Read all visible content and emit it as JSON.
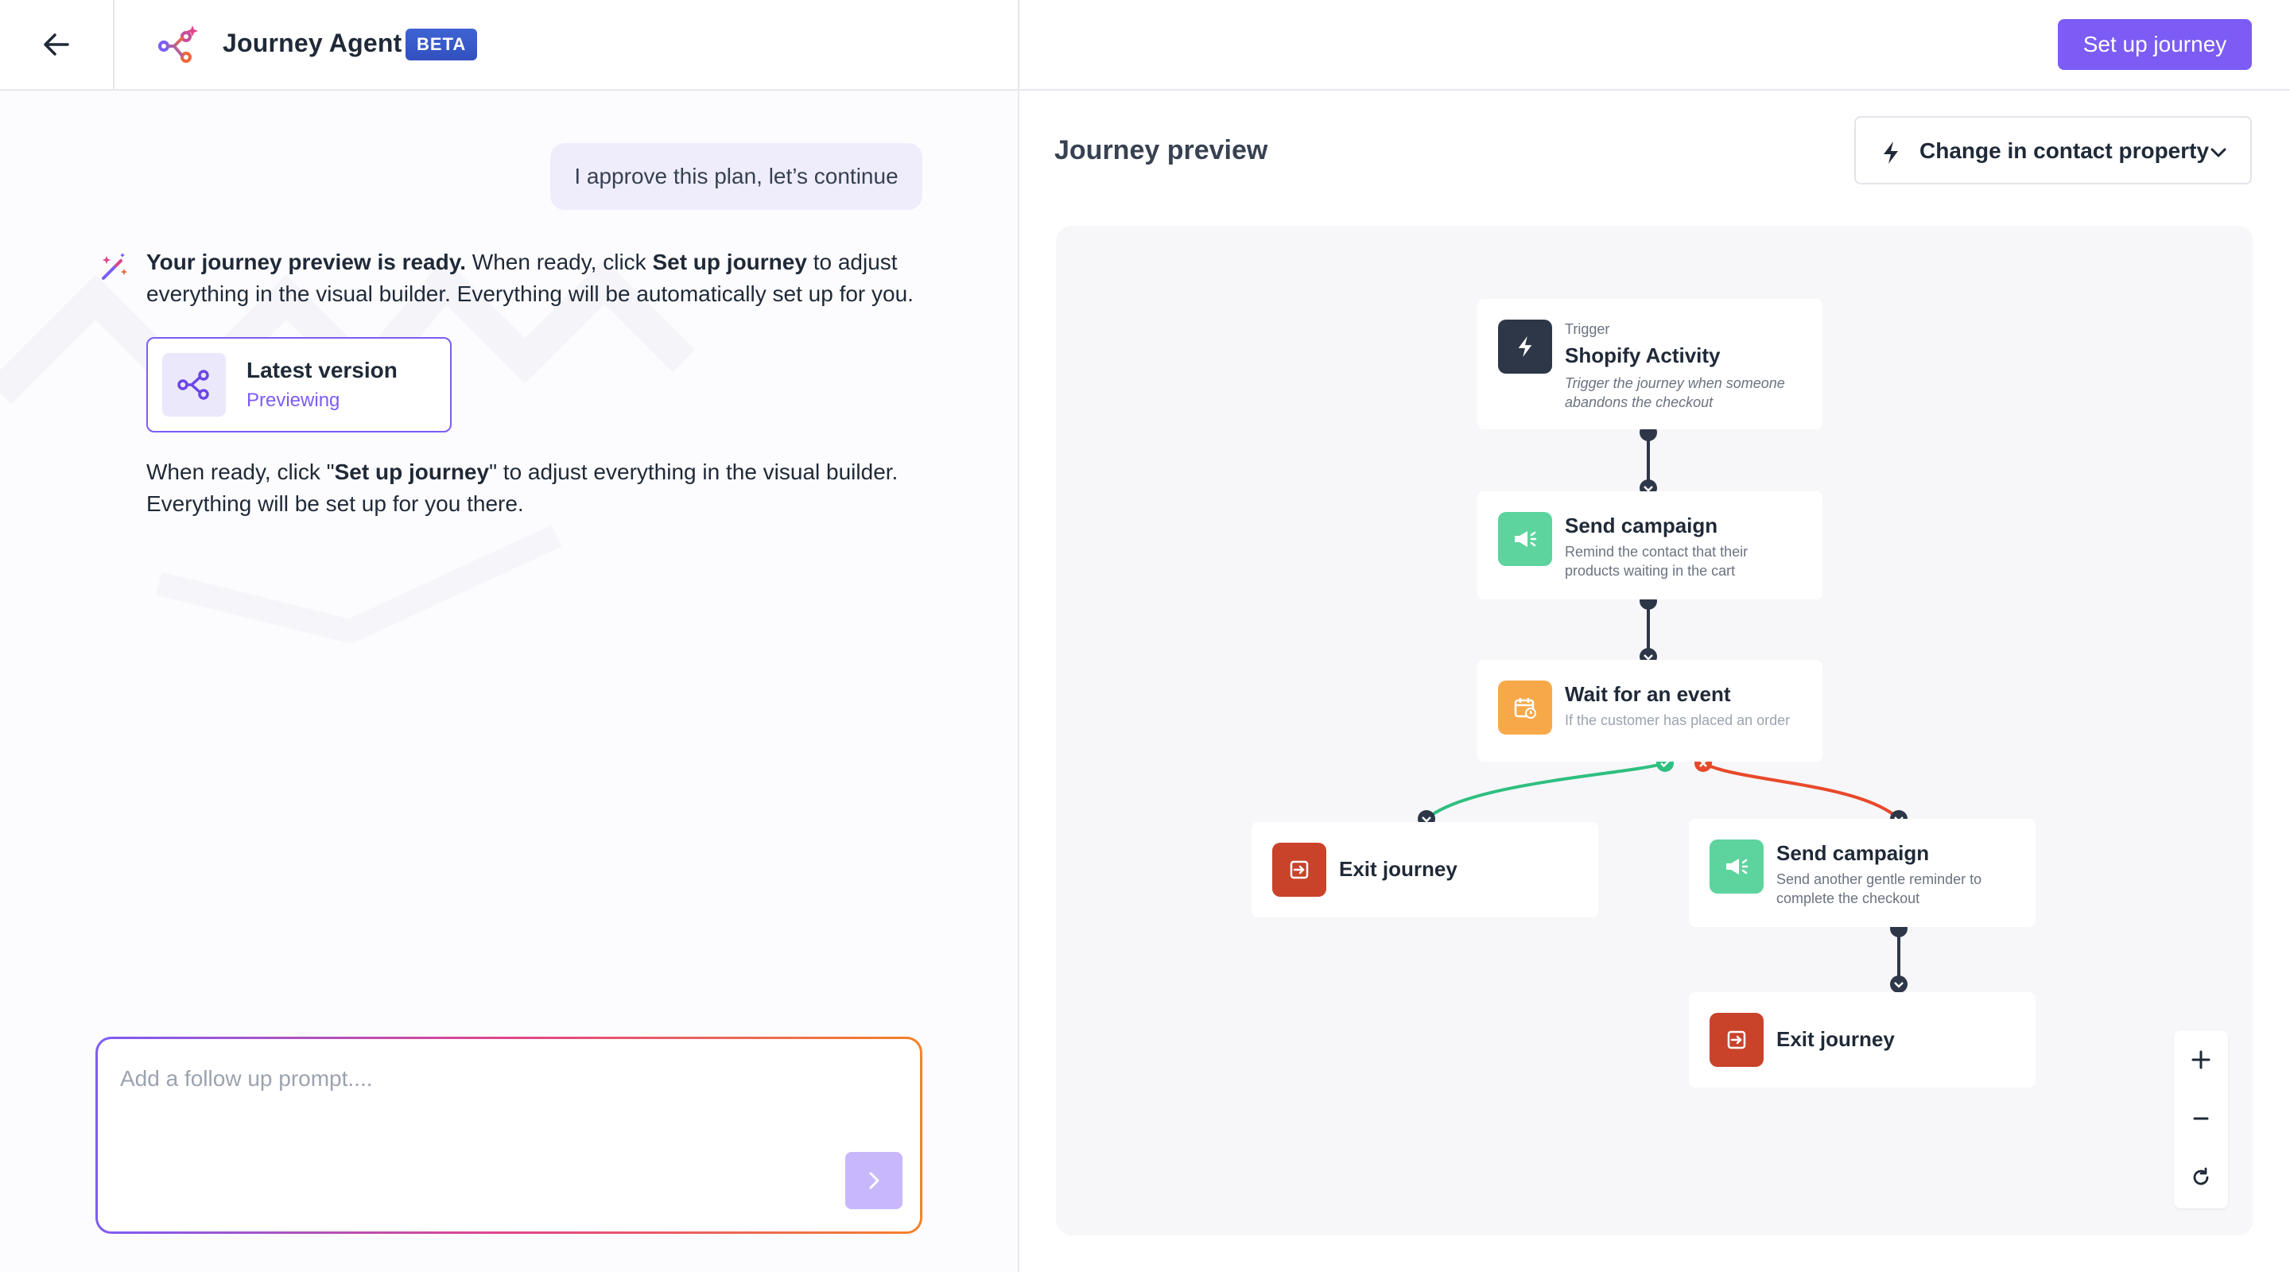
{
  "header": {
    "app_title": "Journey Agent",
    "badge": "BETA",
    "setup_button": "Set up journey",
    "icons": {
      "back": "arrow-left-icon",
      "logo": "journey-agent-logo-icon"
    }
  },
  "chat": {
    "user_message": "I approve this plan, let’s continue",
    "ai_message": {
      "strong1": "Your journey preview is ready.",
      "part1": " When ready, click ",
      "strong2": "Set up journey",
      "part2": " to adjust everything in the visual builder. Everything will be automatically set up for you."
    },
    "version_card": {
      "title": "Latest version",
      "status": "Previewing"
    },
    "ai_message2": {
      "part1": "When ready, click \"",
      "strong": "Set up journey",
      "part2": "\" to adjust everything in the visual builder. Everything will be set up for you there."
    },
    "prompt_placeholder": "Add a follow up prompt...."
  },
  "preview": {
    "title": "Journey preview",
    "trigger_select": "Change in contact property",
    "nodes": {
      "trigger": {
        "label": "Trigger",
        "title": "Shopify Activity",
        "desc": "Trigger the journey when someone abandons the checkout"
      },
      "send1": {
        "title": "Send campaign",
        "desc": "Remind the contact that their products waiting in the cart"
      },
      "wait": {
        "title": "Wait for an event",
        "desc": "If the customer has placed an order"
      },
      "exit_left": {
        "title": "Exit journey"
      },
      "send2": {
        "title": "Send campaign",
        "desc": "Send another gentle reminder to complete the checkout"
      },
      "exit_right": {
        "title": "Exit journey"
      }
    },
    "colors": {
      "accent": "#7c5cf5",
      "trigger_icon": "#2d3748",
      "campaign_icon": "#5dd39e",
      "wait_icon": "#f7a94a",
      "exit_icon": "#c9432b",
      "yes_branch": "#2fbf7f",
      "no_branch": "#e8492a"
    }
  }
}
